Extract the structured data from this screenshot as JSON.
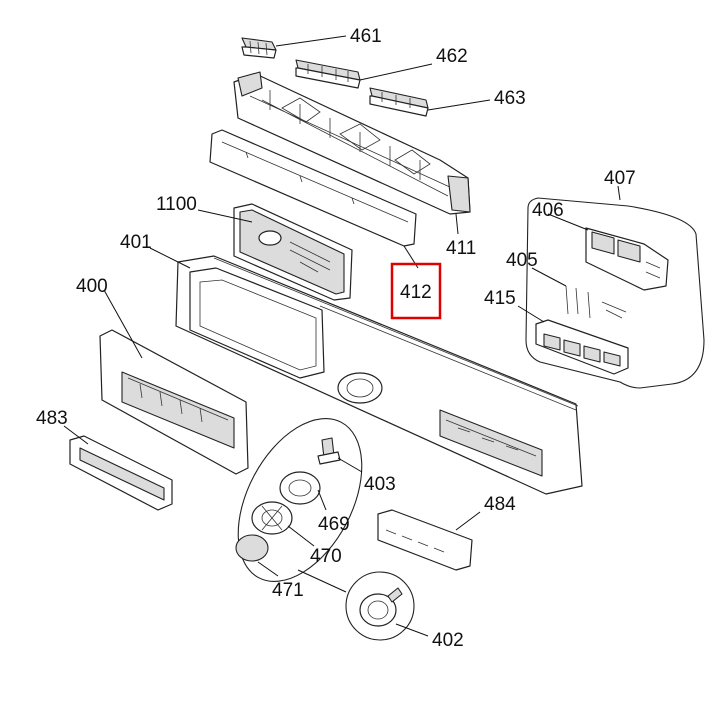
{
  "labels": {
    "l461": "461",
    "l462": "462",
    "l463": "463",
    "l411": "411",
    "l412": "412",
    "l407": "407",
    "l406": "406",
    "l405": "405",
    "l415": "415",
    "l1100": "1100",
    "l401": "401",
    "l400": "400",
    "l483": "483",
    "l403": "403",
    "l469": "469",
    "l470": "470",
    "l471": "471",
    "l484": "484",
    "l402": "402"
  },
  "highlight": {
    "label": "412",
    "color": "#e00000"
  }
}
